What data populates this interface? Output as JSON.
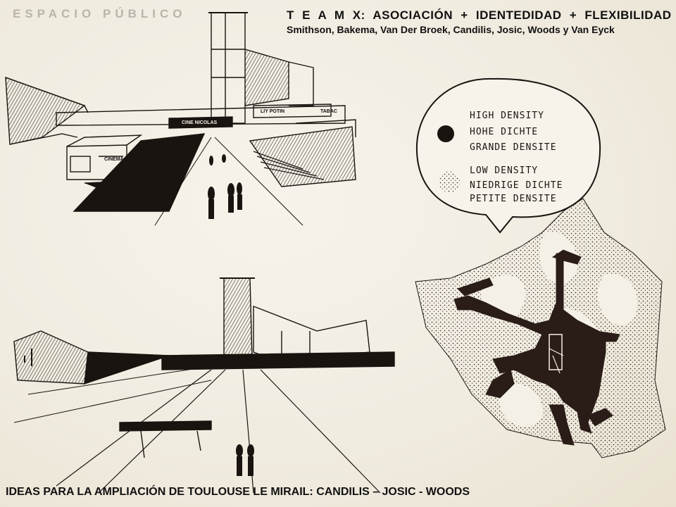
{
  "header": {
    "section_label": "ESPACIO PÚBLICO",
    "title": "T E A M X: ASOCIACIÓN + IDENTEDIDAD + FLEXIBILIDAD",
    "subtitle": "Smithson, Bakema, Van Der Broek, Candilis, Josic, Woods y Van Eyck"
  },
  "caption": "IDEAS PARA LA AMPLIACIÓN DE TOULOUSE LE MIRAIL: CANDILIS – JOSIC - WOODS",
  "sketch_signs": {
    "cinema": "CINEMA",
    "cine_nicolas": "CINE NICOLAS",
    "shop": "LIY POTIN",
    "tabac": "TABAC"
  },
  "legend": {
    "high": [
      "HIGH DENSITY",
      "HOHE DICHTE",
      "GRANDE DENSITE"
    ],
    "low": [
      "LOW DENSITY",
      "NIEDRIGE DICHTE",
      "PETITE DENSITE"
    ]
  },
  "colors": {
    "ink": "#1a1410",
    "map_fill": "#2a1c16",
    "paper": "#f4f0e6",
    "section_label": "#b9b4ab"
  }
}
